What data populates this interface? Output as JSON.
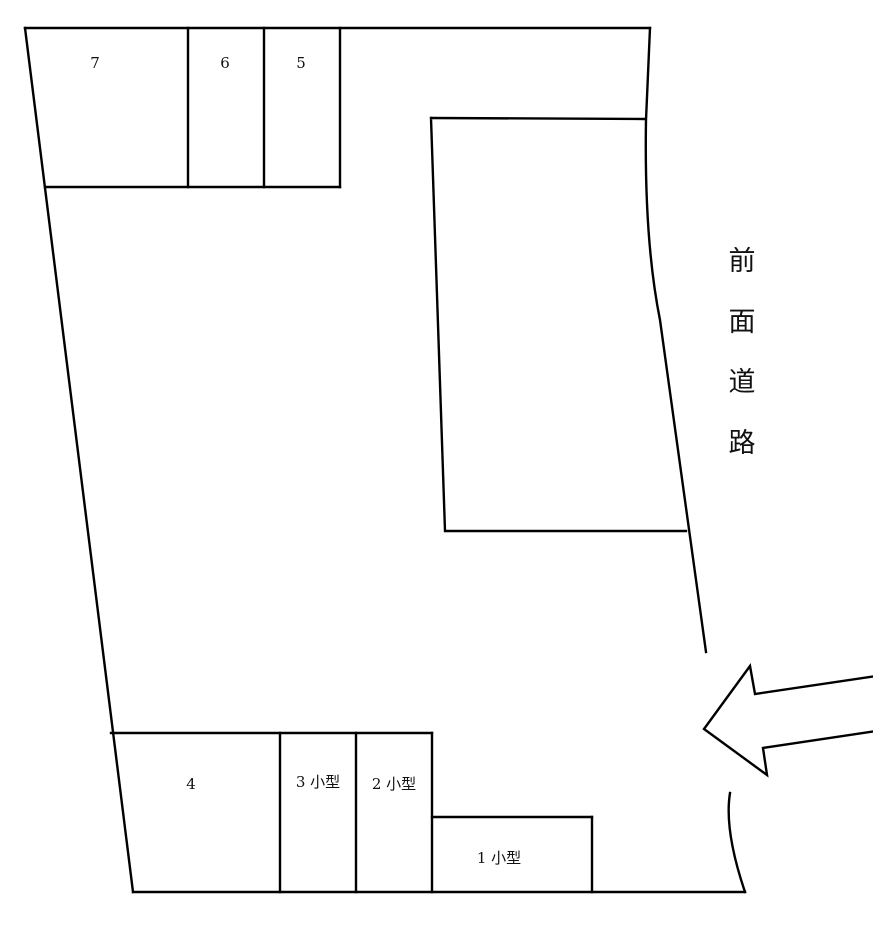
{
  "diagram": {
    "type": "parking-lot-layout",
    "road_label_chars": [
      "前",
      "面",
      "道",
      "路"
    ],
    "road_label": "前面道路",
    "entrance_arrow": "arrow-left",
    "slots": [
      {
        "id": "7",
        "label": "7"
      },
      {
        "id": "6",
        "label": "6"
      },
      {
        "id": "5",
        "label": "5"
      },
      {
        "id": "4",
        "label": "4"
      },
      {
        "id": "3",
        "label": "3 小型"
      },
      {
        "id": "2",
        "label": "2 小型"
      },
      {
        "id": "1",
        "label": "1 小型"
      }
    ],
    "colors": {
      "line": "#000000",
      "background": "#ffffff"
    }
  }
}
